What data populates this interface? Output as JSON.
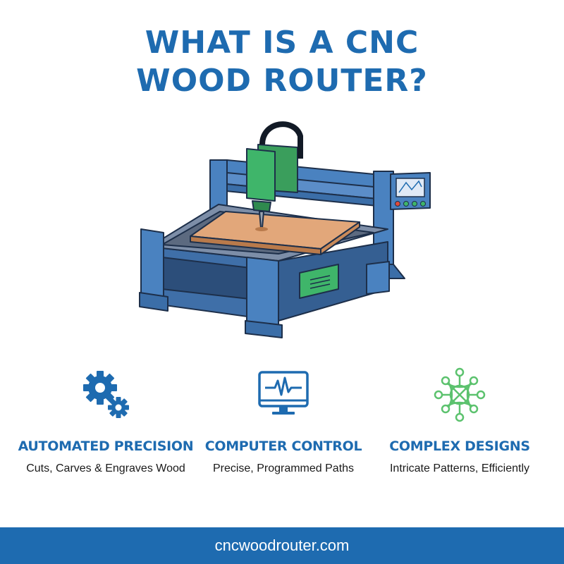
{
  "title": {
    "line1": "WHAT IS A CNC",
    "line2": "WOOD ROUTER?"
  },
  "illustration": {
    "name": "cnc-wood-router-machine"
  },
  "features": [
    {
      "icon": "gears-icon",
      "title": "AUTOMATED PRECISION",
      "subtitle": "Cuts, Carves & Engraves Wood"
    },
    {
      "icon": "computer-monitor-icon",
      "title": "COMPUTER CONTROL",
      "subtitle": "Precise, Programmed Paths"
    },
    {
      "icon": "network-pattern-icon",
      "title": "COMPLEX DESIGNS",
      "subtitle": "Intricate Patterns, Efficiently"
    }
  ],
  "footer": {
    "url": "cncwoodrouter.com"
  },
  "colors": {
    "brand_blue": "#1e6bb0",
    "machine_blue": "#4a82c0",
    "spindle_green": "#3fb56a",
    "wood": "#e2a77a",
    "pattern_green": "#5cc26e",
    "text_dark": "#1a1a1a"
  }
}
